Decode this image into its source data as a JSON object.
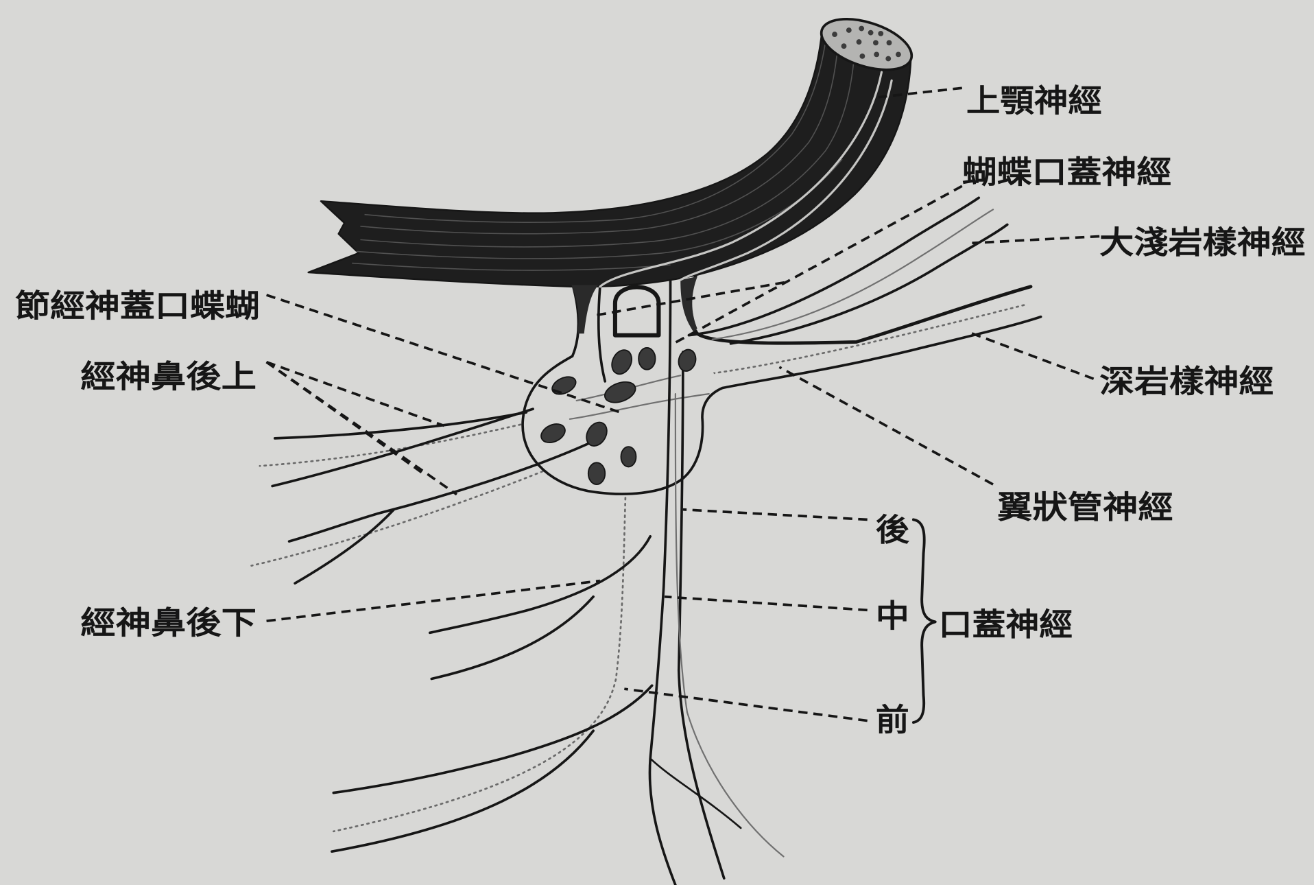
{
  "colors": {
    "background": "#d8d8d6",
    "ink": "#161616"
  },
  "labels": {
    "maxillary_nerve": "上顎神經",
    "sphenopalatine_nerve": "蝴蝶口蓋神經",
    "greater_superficial_petrosal_nerve": "大淺岩樣神經",
    "sphenopalatine_ganglion": "節經神蓋口蝶蝴",
    "upper_posterior_nasal_nerves": "經神鼻後上",
    "deep_petrosal_nerve": "深岩樣神經",
    "pterygoid_canal_nerve": "翼狀管神經",
    "posterior": "後",
    "middle": "中",
    "anterior": "前",
    "palatine_nerves": "口蓋神經",
    "lower_posterior_nasal_nerves": "經神鼻後下"
  }
}
